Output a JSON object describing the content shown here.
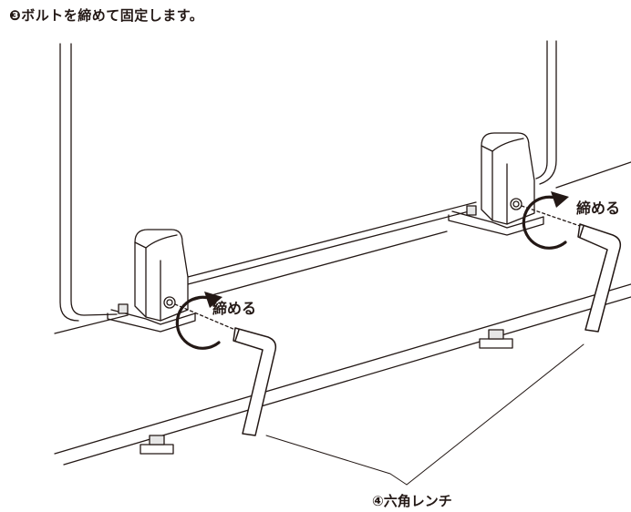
{
  "step": {
    "title": "❸ボルトを締めて固定します。"
  },
  "labels": {
    "tighten_left": "締める",
    "tighten_right": "締める",
    "tool": "④六角レンチ"
  },
  "colors": {
    "line": "#231815",
    "fill": "#ffffff",
    "shade": "#e6e6e6"
  }
}
